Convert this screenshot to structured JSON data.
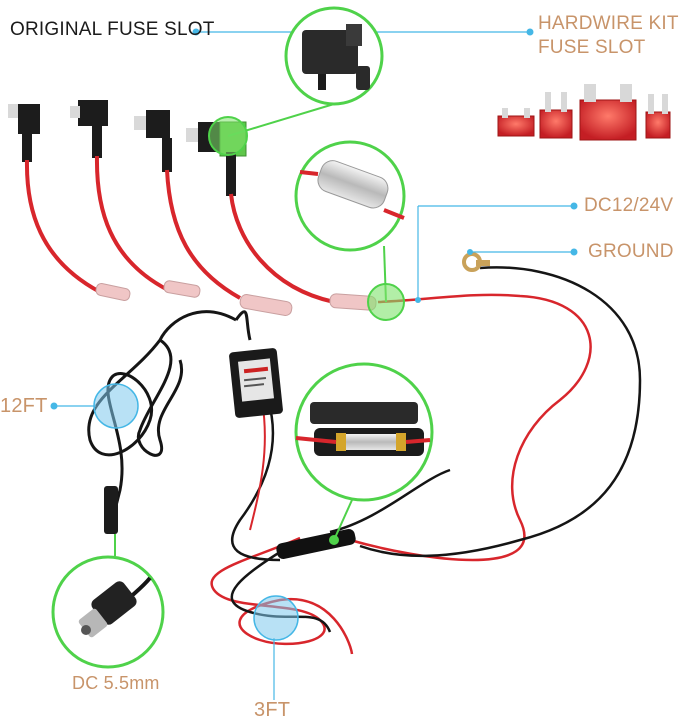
{
  "labels": {
    "original_fuse_slot": "ORIGINAL FUSE SLOT",
    "hardwire_kit_line1": "HARDWIRE KIT",
    "hardwire_kit_line2": "FUSE SLOT",
    "dc_voltage": "DC12/24V",
    "ground": "GROUND",
    "length_12ft": "12FT",
    "dc_connector": "DC 5.5mm",
    "length_3ft": "3FT"
  },
  "colors": {
    "callout_line": "#45b7e6",
    "accent_green": "#4fd24a",
    "accent_blue": "#7ec8ec",
    "label_tan": "#c8946a",
    "label_dark": "#1b1b1b",
    "wire_red": "#d8262c",
    "wire_black": "#151515"
  }
}
